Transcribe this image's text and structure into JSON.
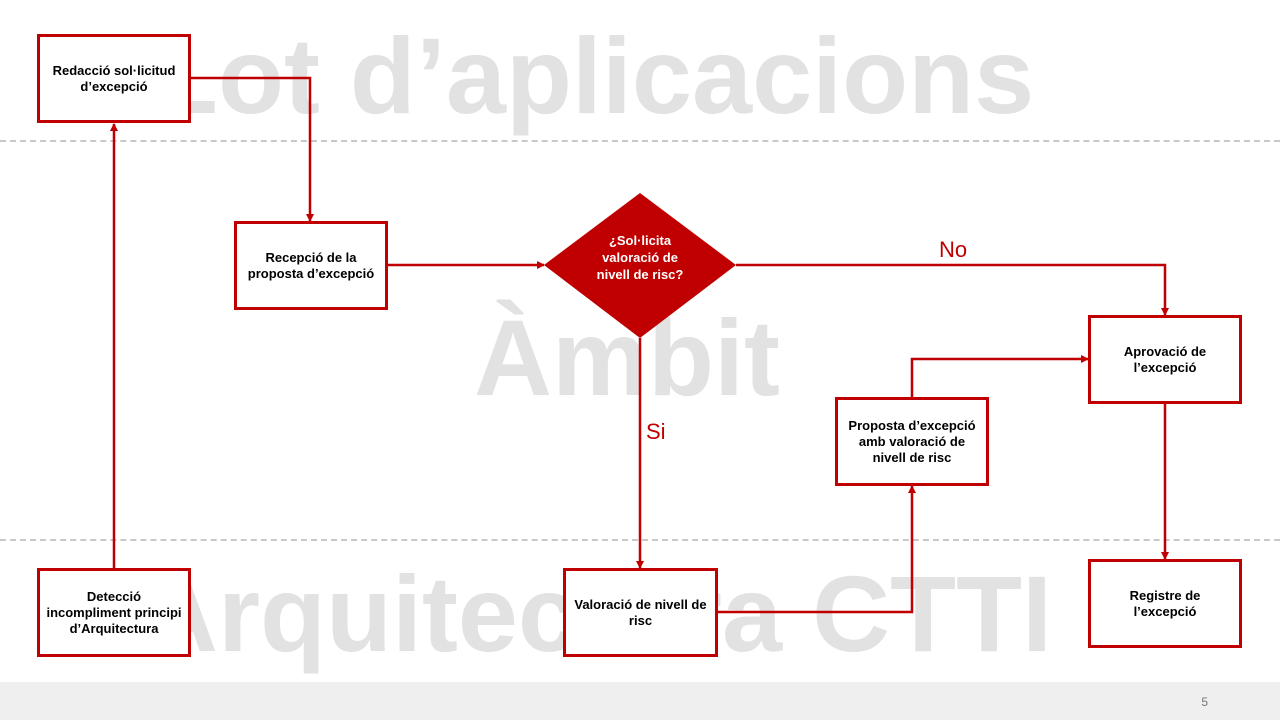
{
  "lanes": [
    "Lot d’aplicacions",
    "Àmbit",
    "Arquitectura CTTI"
  ],
  "nodes": {
    "redaccio": "Redacció sol·licitud d’excepció",
    "recepcio": "Recepció de la proposta d’excepció",
    "decisio": "¿Sol·licita valoració de nivell de risc?",
    "aprovacio": "Aprovació de l’excepció",
    "proposta": "Proposta d’excepció amb valoració de nivell de risc",
    "deteccio": "Detecció incompliment principi d’Arquitectura",
    "valoracio": "Valoració de nivell de risc",
    "registre": "Registre de l’excepció"
  },
  "branches": {
    "no": "No",
    "si": "Si"
  },
  "colors": {
    "accent": "#c00000",
    "watermark": "#e2e2e2",
    "divider": "#c8c8c8"
  },
  "footer": {
    "page_number": "5"
  }
}
